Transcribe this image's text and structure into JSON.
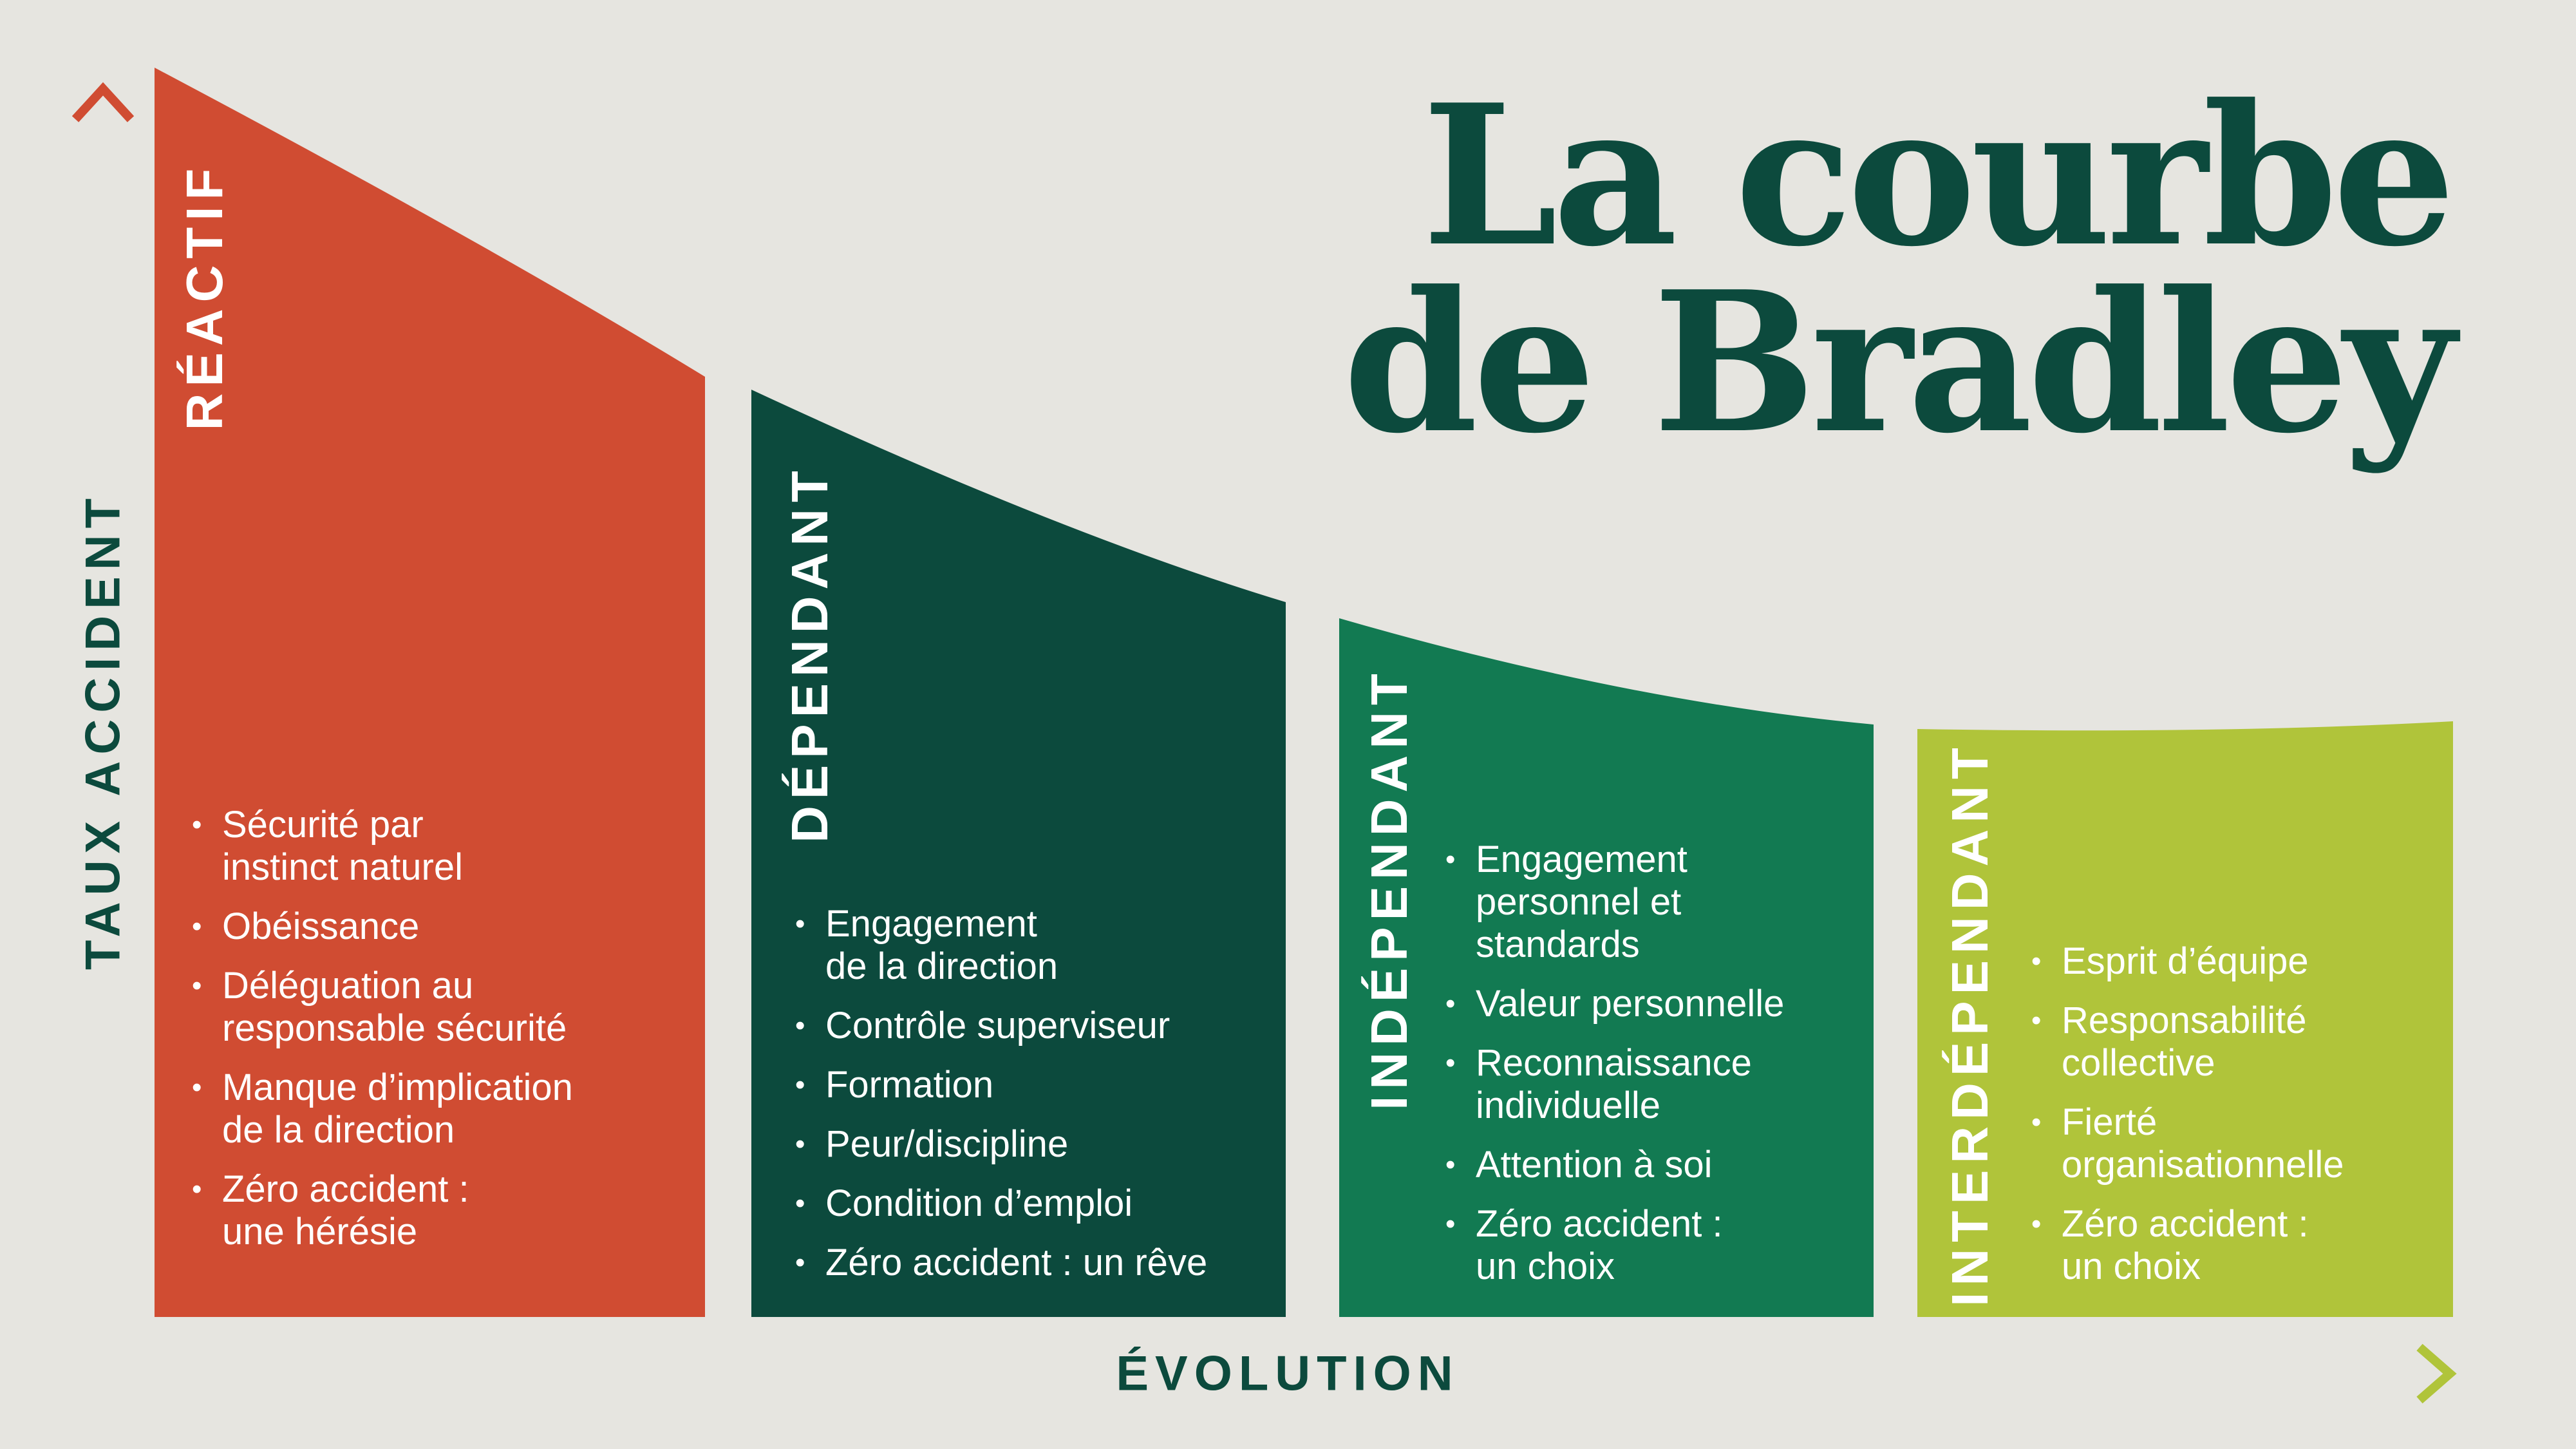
{
  "title": {
    "line1": "La courbe",
    "line2": "de Bradley"
  },
  "axes": {
    "y_label": "TAUX ACCIDENT",
    "x_label": "ÉVOLUTION"
  },
  "colors": {
    "background": "#e6e5e0",
    "reactif": "#d04c32",
    "dependant": "#0c4a3d",
    "independant": "#127a52",
    "interdependant": "#b0c43a",
    "title": "#0c4a3d"
  },
  "stages": [
    {
      "label": "RÉACTIF",
      "bullets": [
        "Sécurité par\ninstinct naturel",
        "Obéissance",
        "Déléguation au\nresponsable sécurité",
        "Manque d’implication\nde la direction",
        "Zéro accident :\nune hérésie"
      ]
    },
    {
      "label": "DÉPENDANT",
      "bullets": [
        "Engagement\nde la direction",
        "Contrôle superviseur",
        "Formation",
        "Peur/discipline",
        "Condition d’emploi",
        "Zéro accident : un rêve"
      ]
    },
    {
      "label": "INDÉPENDANT",
      "bullets": [
        "Engagement\npersonnel et\nstandards",
        "Valeur personnelle",
        "Reconnaissance\nindividuelle",
        "Attention à soi",
        "Zéro accident :\nun choix"
      ]
    },
    {
      "label": "INTERDÉPENDANT",
      "bullets": [
        "Esprit d’équipe",
        "Responsabilité\ncollective",
        "Fierté\norganisationnelle",
        "Zéro accident :\nun choix"
      ]
    }
  ]
}
